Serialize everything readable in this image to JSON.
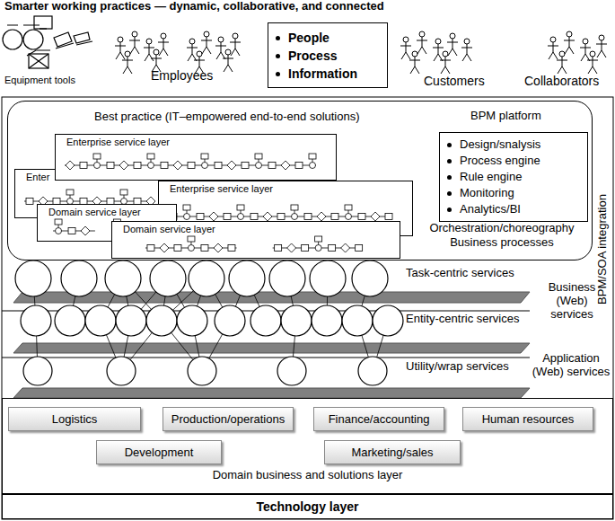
{
  "diagram": {
    "title": "Smarter working practices — dynamic, collaborative, and connected",
    "nodes": [
      {
        "text": [
          "People",
          "Process",
          "Information"
        ]
      },
      {
        "text": [
          "Best practice (IT–empowered end-to-end solutions)",
          "BPM platform",
          "Orchestration/choreography Business processes"
        ]
      },
      {
        "text": [
          "Design/snalysis",
          "Process engine",
          "Rule engine",
          "Monitoring",
          "Analytics/BI"
        ],
        "in": 1
      },
      {
        "text": [
          "Enter"
        ],
        "in": 1
      },
      {
        "text": [
          "Enterprise service layer"
        ],
        "in": 1
      },
      {
        "text": [
          "Enterprise service layer"
        ],
        "in": 1
      },
      {
        "text": [
          "Domain service layer"
        ],
        "in": 1
      },
      {
        "text": [
          "Domain service layer"
        ],
        "in": 1
      },
      {
        "text": [
          "Domain business and solutions layer"
        ]
      },
      {
        "text": [
          "Logistics"
        ],
        "in": 8
      },
      {
        "text": [
          "Production/operations"
        ],
        "in": 8
      },
      {
        "text": [
          "Finance/accounting"
        ],
        "in": 8
      },
      {
        "text": [
          "Human resources"
        ],
        "in": 8
      },
      {
        "text": [
          "Development"
        ],
        "in": 8
      },
      {
        "text": [
          "Marketing/sales"
        ],
        "in": 8
      },
      {
        "text": [
          "Technology layer"
        ]
      }
    ],
    "labels": [
      "Equipment tools",
      "Employees",
      "Customers",
      "Collaborators",
      "Task-centric services",
      "Business (Web) services",
      "Entity-centric services",
      "Application (Web) services",
      "Utility/wrap services",
      "BPM/SOA integration"
    ]
  }
}
